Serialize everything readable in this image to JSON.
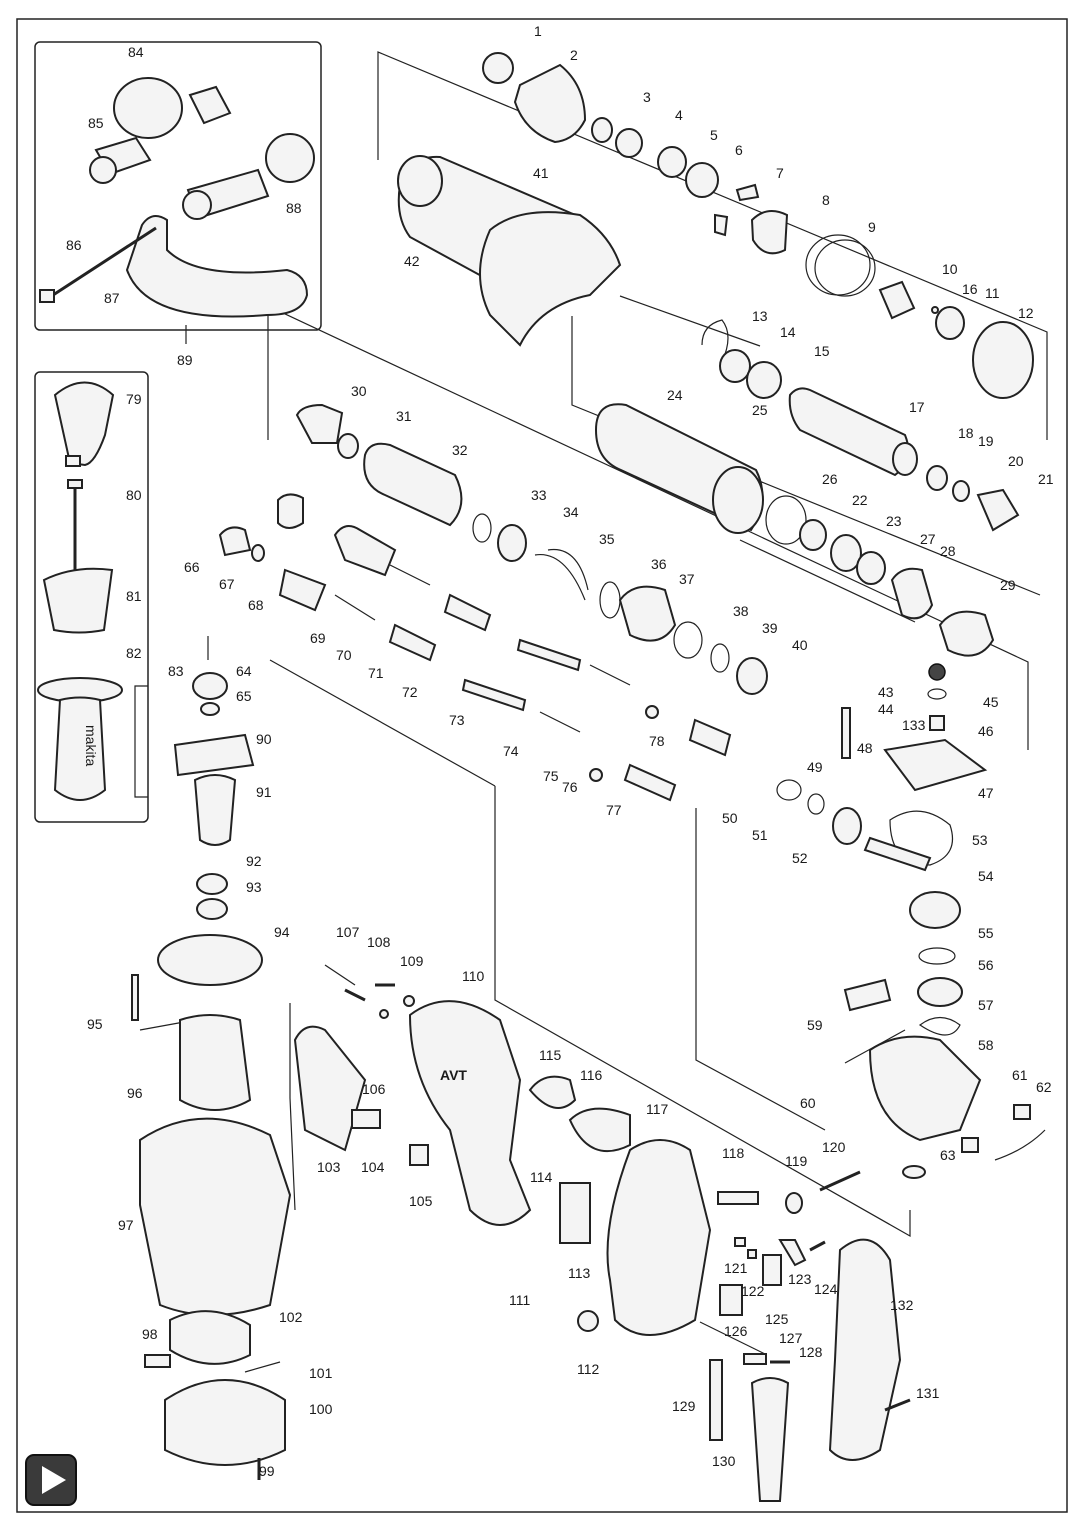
{
  "diagram": {
    "labels": [
      {
        "id": "1",
        "text": "1"
      },
      {
        "id": "2",
        "text": "2"
      },
      {
        "id": "3",
        "text": "3"
      },
      {
        "id": "4",
        "text": "4"
      },
      {
        "id": "5",
        "text": "5"
      },
      {
        "id": "6",
        "text": "6"
      },
      {
        "id": "7",
        "text": "7"
      },
      {
        "id": "8",
        "text": "8"
      },
      {
        "id": "9",
        "text": "9"
      },
      {
        "id": "10",
        "text": "10"
      },
      {
        "id": "11",
        "text": "11"
      },
      {
        "id": "12",
        "text": "12"
      },
      {
        "id": "13",
        "text": "13"
      },
      {
        "id": "14",
        "text": "14"
      },
      {
        "id": "15",
        "text": "15"
      },
      {
        "id": "16",
        "text": "16"
      },
      {
        "id": "17",
        "text": "17"
      },
      {
        "id": "18",
        "text": "18"
      },
      {
        "id": "19",
        "text": "19"
      },
      {
        "id": "20",
        "text": "20"
      },
      {
        "id": "21",
        "text": "21"
      },
      {
        "id": "22",
        "text": "22"
      },
      {
        "id": "23",
        "text": "23"
      },
      {
        "id": "24",
        "text": "24"
      },
      {
        "id": "25",
        "text": "25"
      },
      {
        "id": "26",
        "text": "26"
      },
      {
        "id": "27",
        "text": "27"
      },
      {
        "id": "28",
        "text": "28"
      },
      {
        "id": "29",
        "text": "29"
      },
      {
        "id": "30",
        "text": "30"
      },
      {
        "id": "31",
        "text": "31"
      },
      {
        "id": "32",
        "text": "32"
      },
      {
        "id": "33",
        "text": "33"
      },
      {
        "id": "34",
        "text": "34"
      },
      {
        "id": "35",
        "text": "35"
      },
      {
        "id": "36",
        "text": "36"
      },
      {
        "id": "37",
        "text": "37"
      },
      {
        "id": "38",
        "text": "38"
      },
      {
        "id": "39",
        "text": "39"
      },
      {
        "id": "40",
        "text": "40"
      },
      {
        "id": "41",
        "text": "41"
      },
      {
        "id": "42",
        "text": "42"
      },
      {
        "id": "43",
        "text": "43"
      },
      {
        "id": "44",
        "text": "44"
      },
      {
        "id": "45",
        "text": "45"
      },
      {
        "id": "46",
        "text": "46"
      },
      {
        "id": "47",
        "text": "47"
      },
      {
        "id": "48",
        "text": "48"
      },
      {
        "id": "49",
        "text": "49"
      },
      {
        "id": "50",
        "text": "50"
      },
      {
        "id": "51",
        "text": "51"
      },
      {
        "id": "52",
        "text": "52"
      },
      {
        "id": "53",
        "text": "53"
      },
      {
        "id": "54",
        "text": "54"
      },
      {
        "id": "55",
        "text": "55"
      },
      {
        "id": "56",
        "text": "56"
      },
      {
        "id": "57",
        "text": "57"
      },
      {
        "id": "58",
        "text": "58"
      },
      {
        "id": "59",
        "text": "59"
      },
      {
        "id": "60",
        "text": "60"
      },
      {
        "id": "61",
        "text": "61"
      },
      {
        "id": "62",
        "text": "62"
      },
      {
        "id": "63",
        "text": "63"
      },
      {
        "id": "64",
        "text": "64"
      },
      {
        "id": "65",
        "text": "65"
      },
      {
        "id": "66",
        "text": "66"
      },
      {
        "id": "67",
        "text": "67"
      },
      {
        "id": "68",
        "text": "68"
      },
      {
        "id": "69",
        "text": "69"
      },
      {
        "id": "70",
        "text": "70"
      },
      {
        "id": "71",
        "text": "71"
      },
      {
        "id": "72",
        "text": "72"
      },
      {
        "id": "73",
        "text": "73"
      },
      {
        "id": "74",
        "text": "74"
      },
      {
        "id": "75",
        "text": "75"
      },
      {
        "id": "76",
        "text": "76"
      },
      {
        "id": "77",
        "text": "77"
      },
      {
        "id": "78",
        "text": "78"
      },
      {
        "id": "79",
        "text": "79"
      },
      {
        "id": "80",
        "text": "80"
      },
      {
        "id": "81",
        "text": "81"
      },
      {
        "id": "82",
        "text": "82"
      },
      {
        "id": "83",
        "text": "83"
      },
      {
        "id": "84",
        "text": "84"
      },
      {
        "id": "85",
        "text": "85"
      },
      {
        "id": "86",
        "text": "86"
      },
      {
        "id": "87",
        "text": "87"
      },
      {
        "id": "88",
        "text": "88"
      },
      {
        "id": "89",
        "text": "89"
      },
      {
        "id": "90",
        "text": "90"
      },
      {
        "id": "91",
        "text": "91"
      },
      {
        "id": "92",
        "text": "92"
      },
      {
        "id": "93",
        "text": "93"
      },
      {
        "id": "94",
        "text": "94"
      },
      {
        "id": "95",
        "text": "95"
      },
      {
        "id": "96",
        "text": "96"
      },
      {
        "id": "97",
        "text": "97"
      },
      {
        "id": "98",
        "text": "98"
      },
      {
        "id": "99",
        "text": "99"
      },
      {
        "id": "100",
        "text": "100"
      },
      {
        "id": "101",
        "text": "101"
      },
      {
        "id": "102",
        "text": "102"
      },
      {
        "id": "103",
        "text": "103"
      },
      {
        "id": "104",
        "text": "104"
      },
      {
        "id": "105",
        "text": "105"
      },
      {
        "id": "106",
        "text": "106"
      },
      {
        "id": "107",
        "text": "107"
      },
      {
        "id": "108",
        "text": "108"
      },
      {
        "id": "109",
        "text": "109"
      },
      {
        "id": "110",
        "text": "110"
      },
      {
        "id": "111",
        "text": "111"
      },
      {
        "id": "112",
        "text": "112"
      },
      {
        "id": "113",
        "text": "113"
      },
      {
        "id": "114",
        "text": "114"
      },
      {
        "id": "115",
        "text": "115"
      },
      {
        "id": "116",
        "text": "116"
      },
      {
        "id": "117",
        "text": "117"
      },
      {
        "id": "118",
        "text": "118"
      },
      {
        "id": "119",
        "text": "119"
      },
      {
        "id": "120",
        "text": "120"
      },
      {
        "id": "121",
        "text": "121"
      },
      {
        "id": "122",
        "text": "122"
      },
      {
        "id": "123",
        "text": "123"
      },
      {
        "id": "124",
        "text": "124"
      },
      {
        "id": "125",
        "text": "125"
      },
      {
        "id": "126",
        "text": "126"
      },
      {
        "id": "127",
        "text": "127"
      },
      {
        "id": "128",
        "text": "128"
      },
      {
        "id": "129",
        "text": "129"
      },
      {
        "id": "130",
        "text": "130"
      },
      {
        "id": "131",
        "text": "131"
      },
      {
        "id": "132",
        "text": "132"
      },
      {
        "id": "133",
        "text": "133"
      }
    ],
    "side_grip_brand": "makita",
    "housing_mark": "AVT"
  },
  "controls": {
    "play_icon": "play-icon"
  }
}
